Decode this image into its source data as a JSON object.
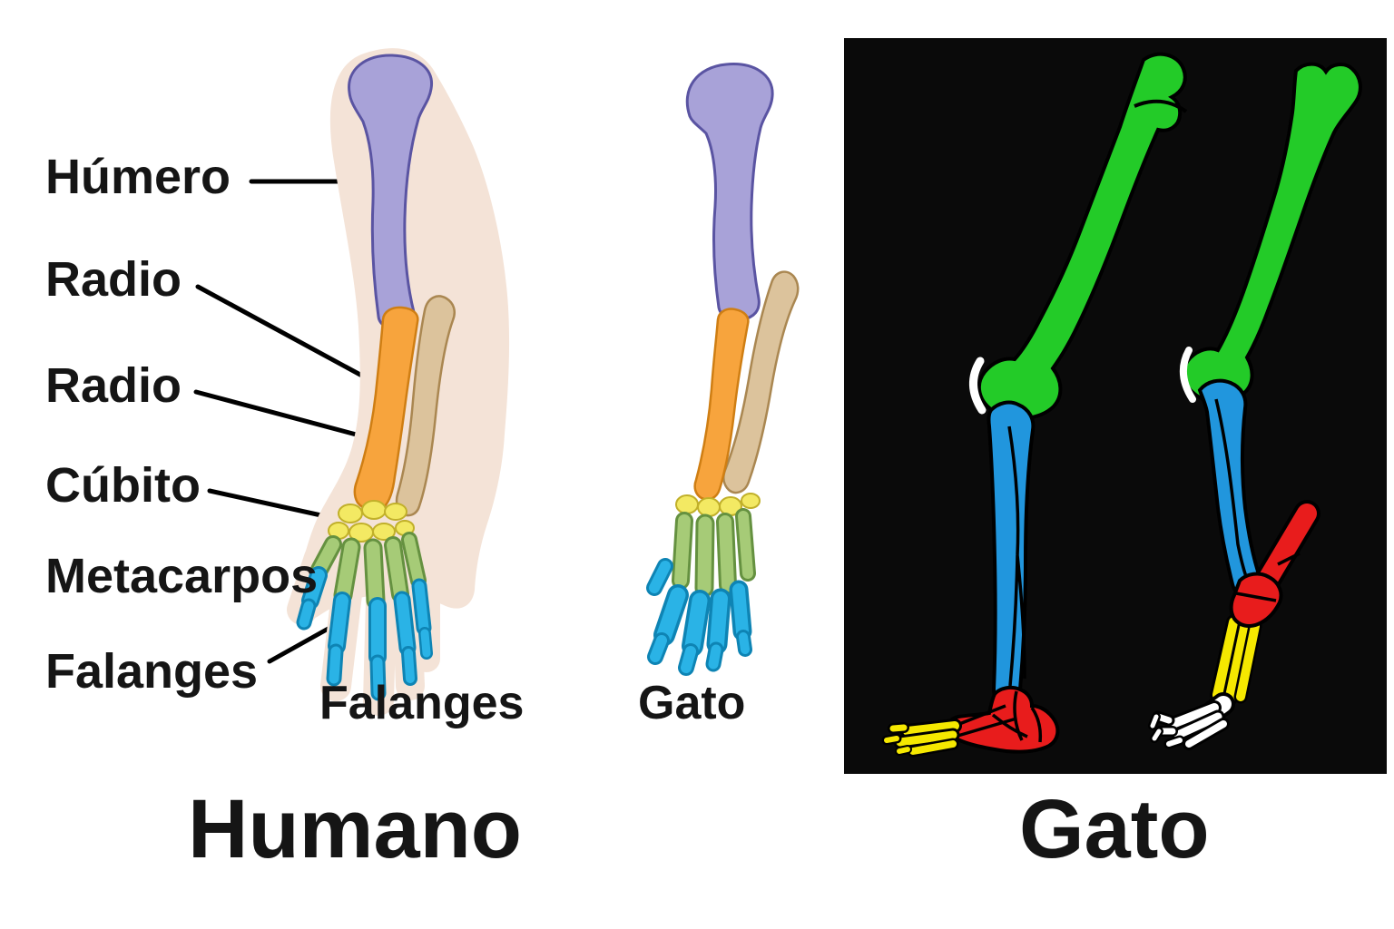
{
  "human_panel": {
    "bone_labels": [
      "Húmero",
      "Radio",
      "Radio",
      "Cúbito",
      "Metacarpos",
      "Falanges"
    ],
    "caption": "Falanges",
    "title": "Humano"
  },
  "cat_forelimb": {
    "caption": "Gato"
  },
  "cat_leg_panel": {
    "title": "Gato"
  },
  "colors": {
    "humerus_purple": "#a8a2d8",
    "radius_orange": "#f7a43d",
    "ulna_tan": "#dcc39c",
    "carpals_yellow": "#f3e963",
    "metacarpals_green": "#a6cb77",
    "phalanges_blue": "#2ab3e6",
    "skin_peach": "#f4e3d7",
    "panel_background": "#0a0a0a",
    "femur_green": "#23cb28",
    "tibia_blue": "#2196dd",
    "tarsal_red": "#e81c1c",
    "metatarsal_yellow": "#f5e800",
    "phalange_white": "#ffffff",
    "label_line_black": "#000000"
  }
}
